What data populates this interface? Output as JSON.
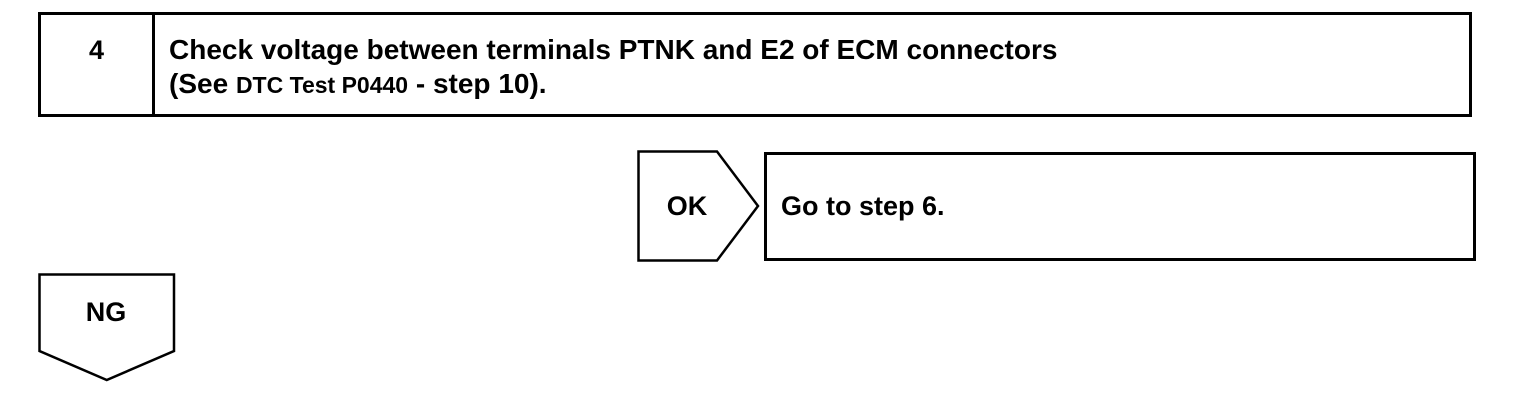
{
  "step": {
    "number": "4",
    "title_line1": "Check voltage between terminals PTNK and E2 of ECM connectors",
    "title_line2_prefix": "(See ",
    "title_line2_ref": "DTC Test P0440",
    "title_line2_suffix": " - step 10)."
  },
  "ok_branch": {
    "label": "OK",
    "result": "Go to step 6."
  },
  "ng_branch": {
    "label": "NG"
  },
  "colors": {
    "line": "#000000",
    "background": "#ffffff"
  }
}
